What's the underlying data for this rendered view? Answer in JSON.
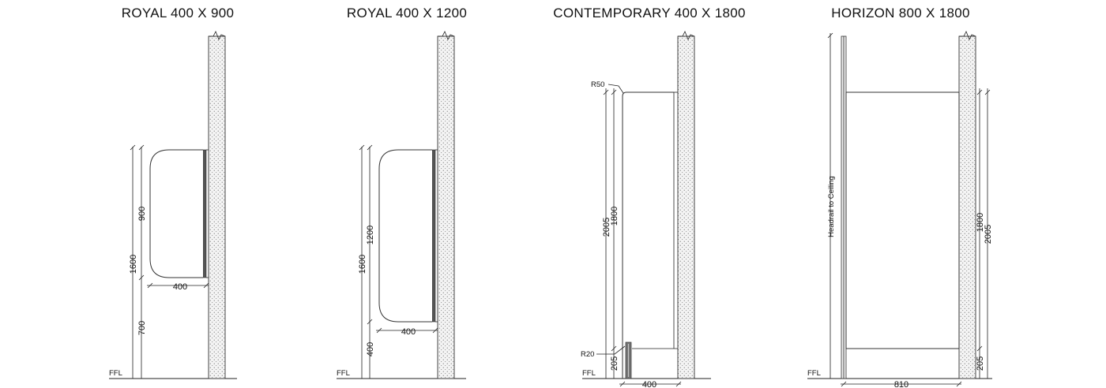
{
  "figures": [
    {
      "id": "royal-400x900",
      "title": "ROYAL 400 X 900",
      "dims": {
        "total_height": "1600",
        "panel_height": "900",
        "gap_height": "700",
        "depth": "400"
      },
      "floor_label": "FFL"
    },
    {
      "id": "royal-400x1200",
      "title": "ROYAL 400 X 1200",
      "dims": {
        "total_height": "1600",
        "panel_height": "1200",
        "gap_height": "400",
        "depth": "400"
      },
      "floor_label": "FFL"
    },
    {
      "id": "contemporary-400x1800",
      "title": "CONTEMPORARY 400 X 1800",
      "dims": {
        "total_height": "2005",
        "panel_height": "1800",
        "gap_height": "205",
        "depth": "400"
      },
      "radius_top": "R50",
      "radius_bottom": "R20",
      "floor_label": "FFL"
    },
    {
      "id": "horizon-800x1800",
      "title": "HORIZON 800 X 1800",
      "dims": {
        "total_height": "2005",
        "panel_height": "1800",
        "gap_height": "205",
        "depth": "810"
      },
      "headrail_label": "Headrail to Ceiling",
      "floor_label": "FFL"
    }
  ]
}
